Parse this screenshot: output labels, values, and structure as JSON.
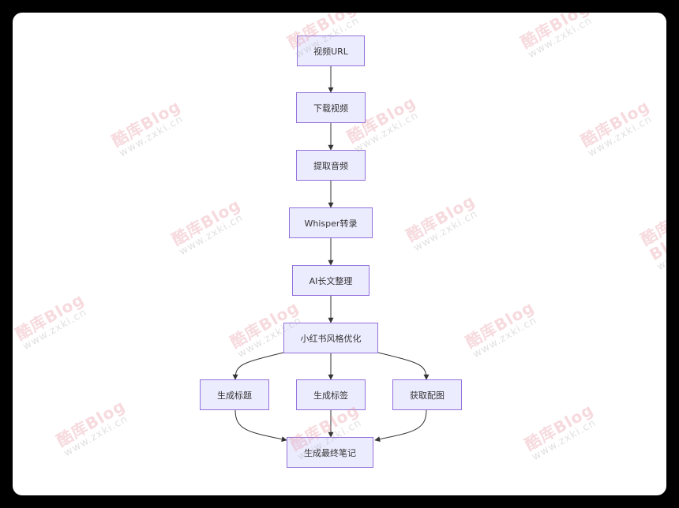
{
  "colors": {
    "page_bg": "#000000",
    "card_bg": "#ffffff",
    "node_fill": "#ECECFF",
    "node_stroke": "#9370DB",
    "edge": "#333333",
    "watermark_brand": "#e696a0",
    "watermark_url": "#aaaaaa"
  },
  "nodes": {
    "video_url": "视频URL",
    "download_video": "下载视频",
    "extract_audio": "提取音频",
    "whisper_transcribe": "Whisper转录",
    "ai_long_text": "AI长文整理",
    "xhs_optimize": "小红书风格优化",
    "gen_title": "生成标题",
    "gen_tags": "生成标签",
    "get_images": "获取配图",
    "final_note": "生成最终笔记"
  },
  "edges": [
    {
      "from": "video_url",
      "to": "download_video"
    },
    {
      "from": "download_video",
      "to": "extract_audio"
    },
    {
      "from": "extract_audio",
      "to": "whisper_transcribe"
    },
    {
      "from": "whisper_transcribe",
      "to": "ai_long_text"
    },
    {
      "from": "ai_long_text",
      "to": "xhs_optimize"
    },
    {
      "from": "xhs_optimize",
      "to": "gen_title"
    },
    {
      "from": "xhs_optimize",
      "to": "gen_tags"
    },
    {
      "from": "xhs_optimize",
      "to": "get_images"
    },
    {
      "from": "gen_title",
      "to": "final_note"
    },
    {
      "from": "gen_tags",
      "to": "final_note"
    },
    {
      "from": "get_images",
      "to": "final_note"
    }
  ],
  "watermark": {
    "brand": "酷库Blog",
    "url": "www.zxki.cn"
  }
}
